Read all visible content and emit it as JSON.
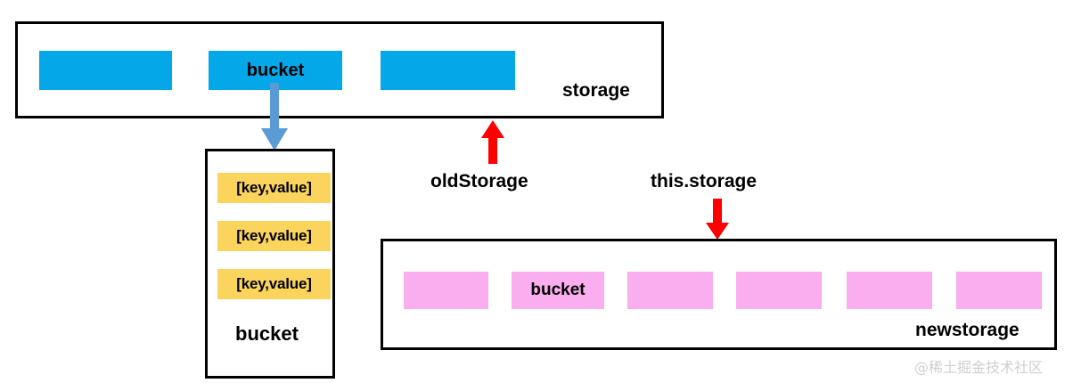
{
  "diagram": {
    "title": "HashMap storage resize diagram",
    "colors": {
      "old_slot": "#04A7E7",
      "new_slot": "#FAADEF",
      "entry_slot": "#FBD45E",
      "outline": "#000000",
      "blue_arrow": "#5B9BD5",
      "red_arrow": "#FF0000",
      "watermark": "#CFCFCF"
    },
    "old_storage": {
      "label": "storage",
      "slots": [
        {
          "text": ""
        },
        {
          "text": "bucket"
        },
        {
          "text": ""
        }
      ]
    },
    "bucket_detail": {
      "label": "bucket",
      "entries": [
        {
          "text": "[key,value]"
        },
        {
          "text": "[key,value]"
        },
        {
          "text": "[key,value]"
        }
      ]
    },
    "new_storage": {
      "label": "newstorage",
      "slots": [
        {
          "text": ""
        },
        {
          "text": "bucket"
        },
        {
          "text": ""
        },
        {
          "text": ""
        },
        {
          "text": ""
        },
        {
          "text": ""
        }
      ]
    },
    "annotations": {
      "old_storage_pointer": "oldStorage",
      "new_storage_pointer": "this.storage"
    },
    "watermark": "@稀土掘金技术社区"
  }
}
